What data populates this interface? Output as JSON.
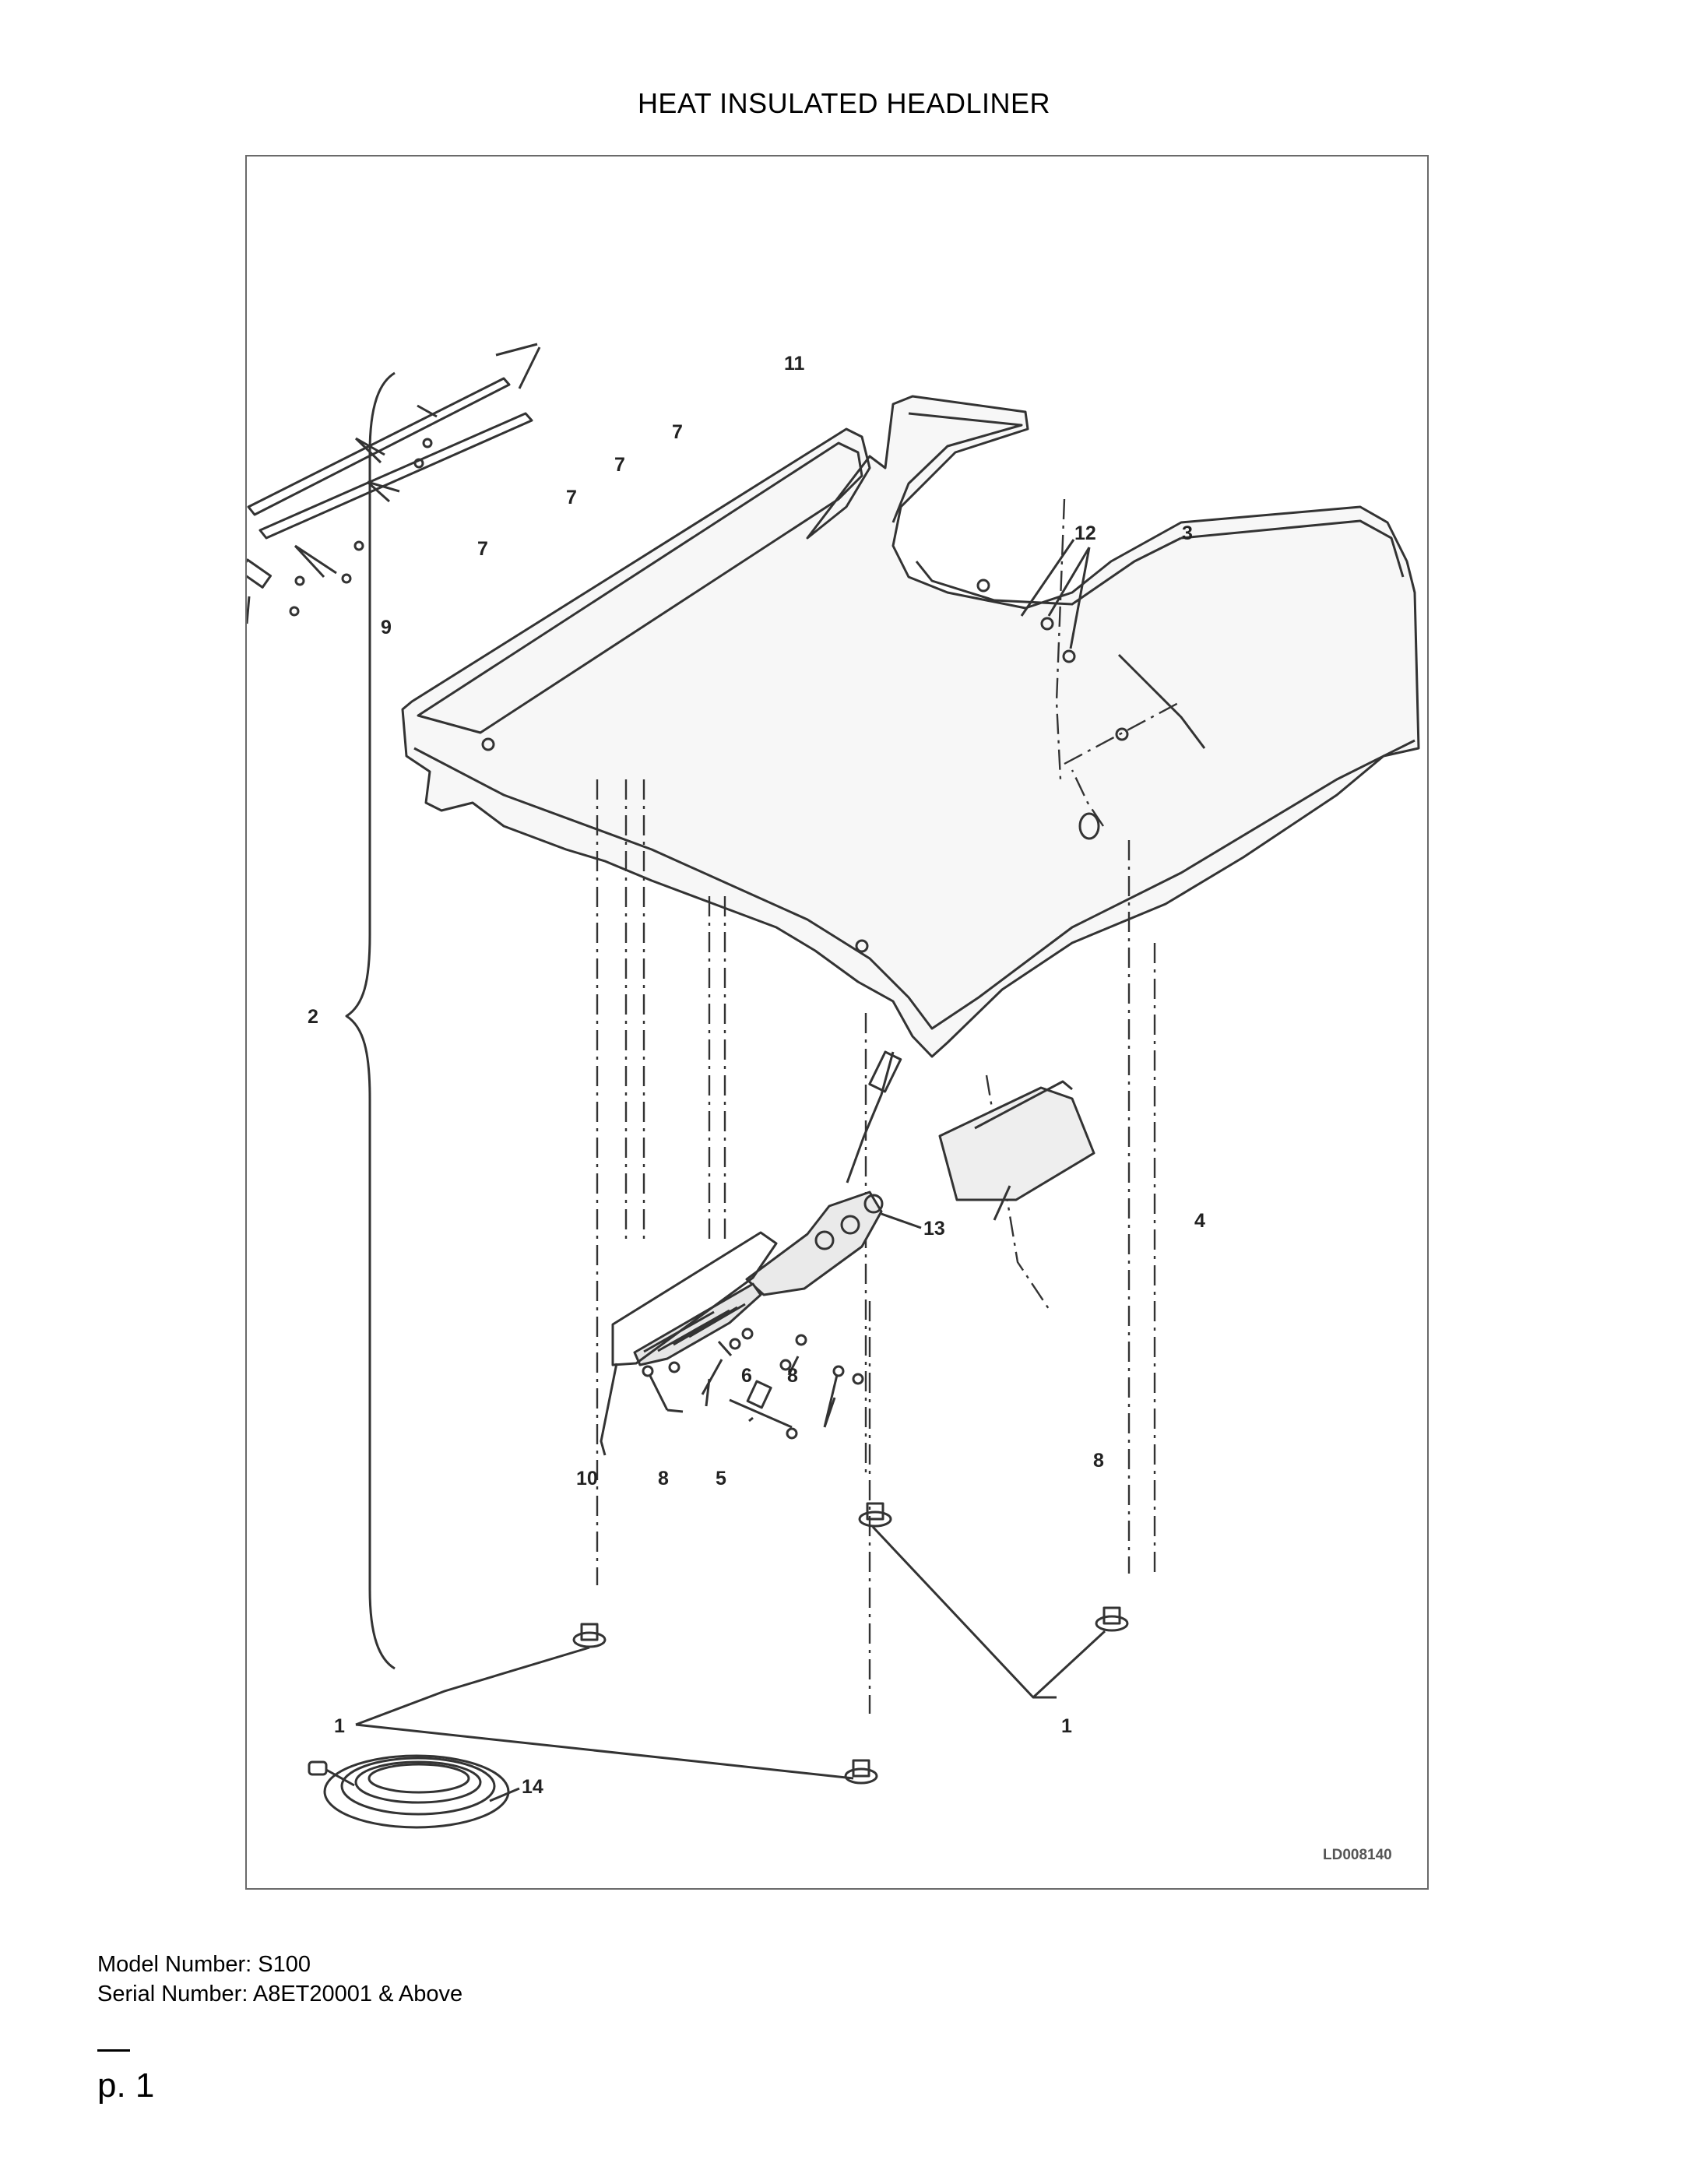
{
  "document": {
    "title": "HEAT INSULATED HEADLINER",
    "diagram_id": "LD008140",
    "model_line": "Model Number: S100",
    "serial_line": "Serial Number: A8ET20001 & Above",
    "page_label": "p. 1"
  },
  "callouts": {
    "c1a": "1",
    "c1b": "1",
    "c2": "2",
    "c3": "3",
    "c4": "4",
    "c5": "5",
    "c6": "6",
    "c7a": "7",
    "c7b": "7",
    "c7c": "7",
    "c7d": "7",
    "c8a": "8",
    "c8b": "8",
    "c8c": "8",
    "c9": "9",
    "c10": "10",
    "c11": "11",
    "c12": "12",
    "c13": "13",
    "c14": "14"
  }
}
